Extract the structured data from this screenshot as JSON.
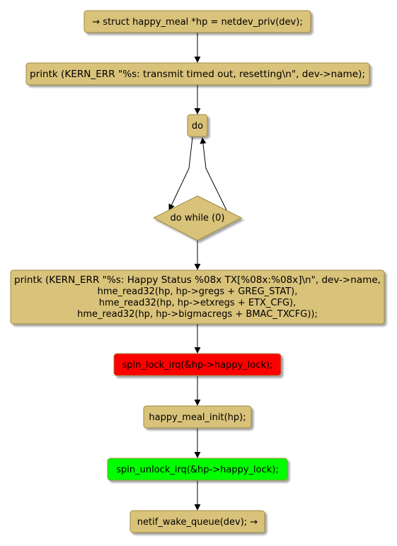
{
  "colors": {
    "default_fill": "#d9c27a",
    "default_stroke": "#a08a40",
    "lock_fill": "#ff0000",
    "unlock_fill": "#00ff00",
    "edge": "#000000"
  },
  "nodes": {
    "start": "→ struct happy_meal *hp = netdev_priv(dev);",
    "printk_timeout": "printk (KERN_ERR \"%s: transmit timed out, resetting\\n\", dev->name);",
    "do": "do",
    "do_while": "do while (0)",
    "printk_status": [
      "printk (KERN_ERR \"%s: Happy Status %08x TX[%08x:%08x]\\n\", dev->name,",
      "hme_read32(hp, hp->gregs + GREG_STAT),",
      "hme_read32(hp, hp->etxregs + ETX_CFG),",
      "hme_read32(hp, hp->bigmacregs + BMAC_TXCFG));"
    ],
    "spin_lock": "spin_lock_irq(&hp->happy_lock);",
    "init": "happy_meal_init(hp);",
    "spin_unlock": "spin_unlock_irq(&hp->happy_lock);",
    "wake": "netif_wake_queue(dev); →"
  }
}
